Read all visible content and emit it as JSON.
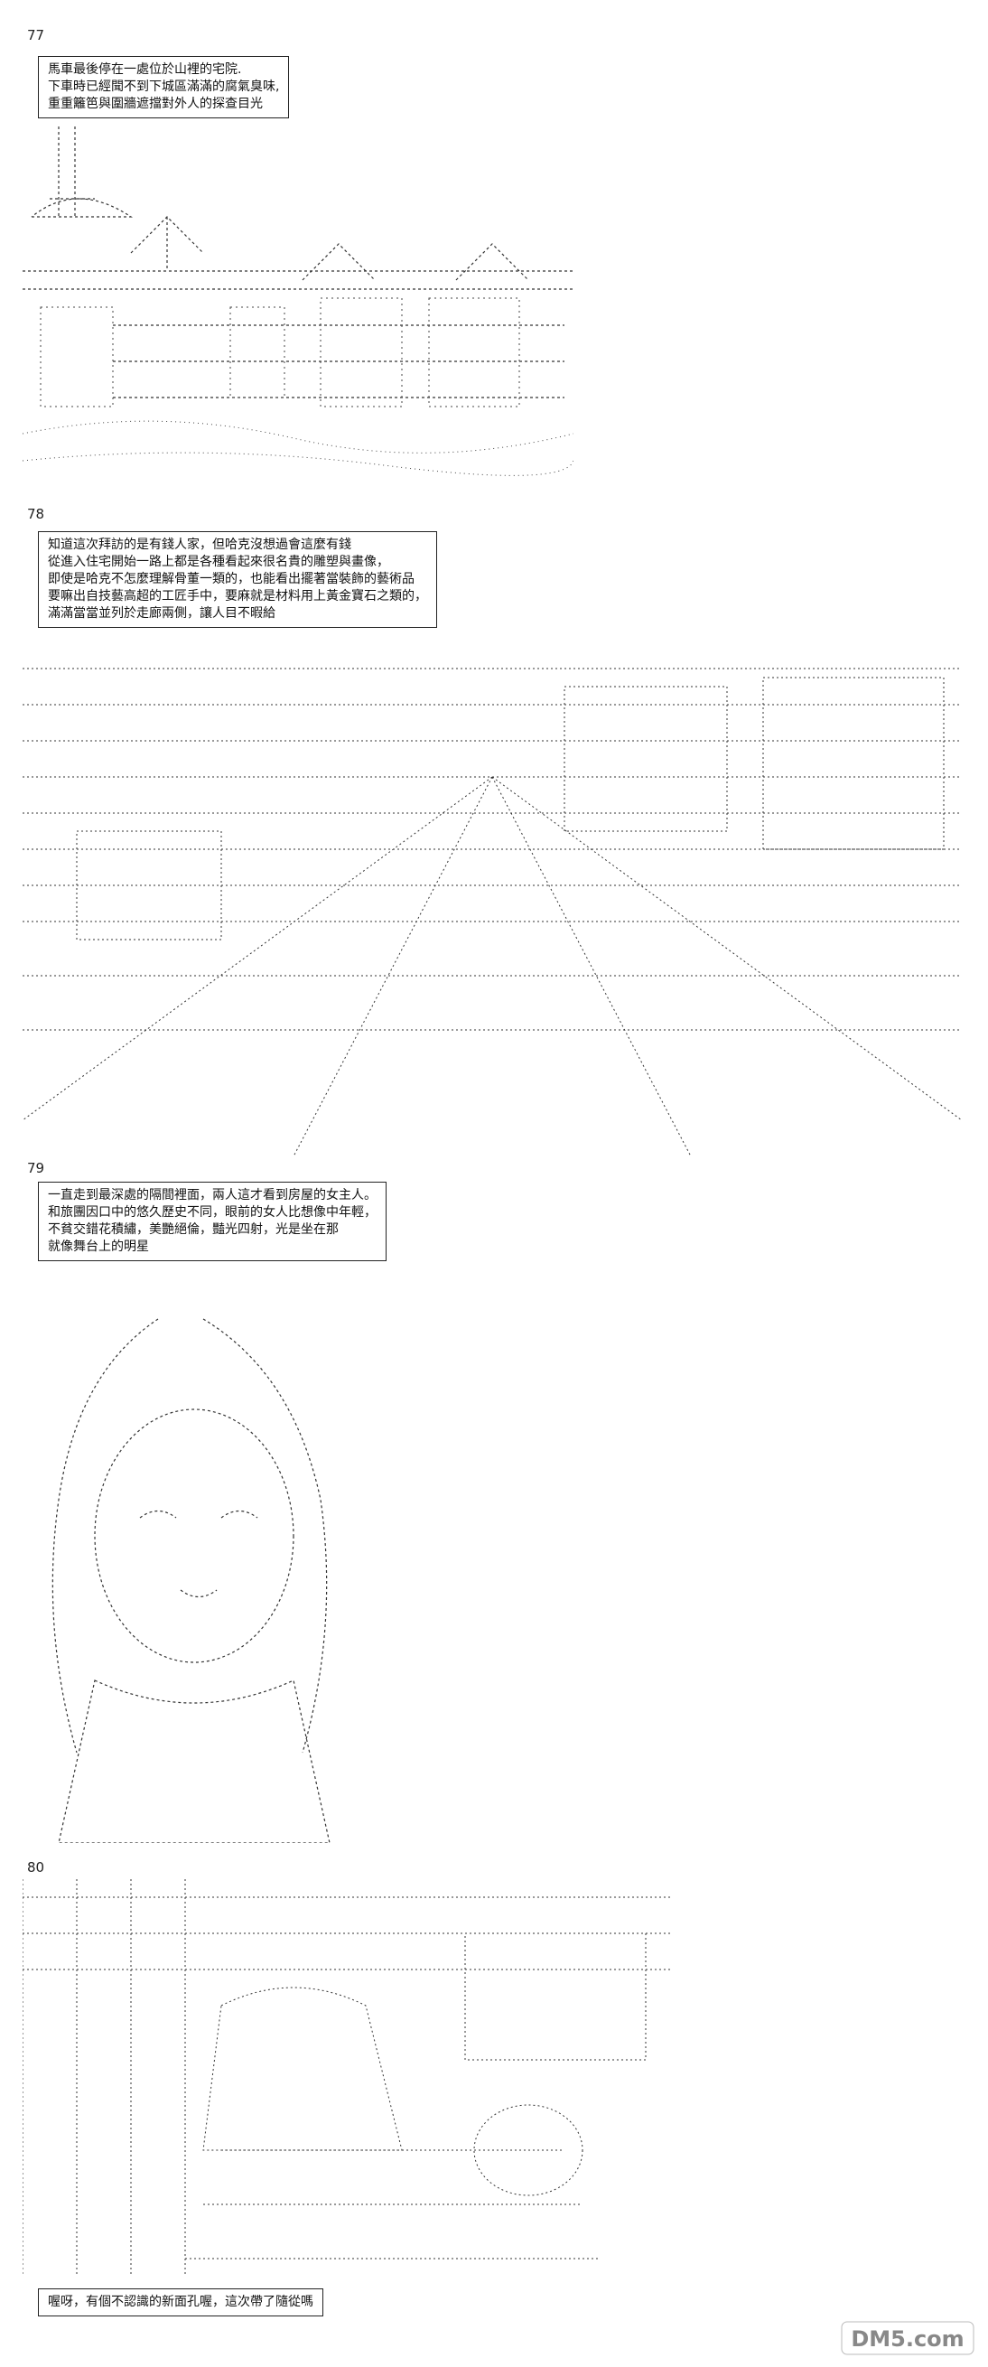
{
  "panels": [
    {
      "number": "77",
      "caption": [
        "馬車最後停在一處位於山裡的宅院.",
        "下車時已經聞不到下城區滿滿的腐氣臭味,",
        "重重籬笆與圍牆遮擋對外人的探查目光"
      ]
    },
    {
      "number": "78",
      "caption": [
        "知道這次拜訪的是有錢人家，但哈克沒想過會這麼有錢",
        "從進入住宅開始一路上都是各種看起來很名貴的雕塑與畫像，",
        "即使是哈克不怎麼理解骨董一類的，也能看出擺著當裝飾的藝術品",
        "要嘛出自技藝高超的工匠手中，要麻就是材料用上黃金寶石之類的，",
        "滿滿當當並列於走廊兩側，讓人目不暇給"
      ]
    },
    {
      "number": "79",
      "caption": [
        "一直走到最深處的隔間裡面，兩人這才看到房屋的女主人。",
        "和旅團因口中的悠久歷史不同，眼前的女人比想像中年輕，",
        "不貧交錯花積繡，美艷絕倫，豔光四射，光是坐在那",
        "就像舞台上的明星"
      ]
    },
    {
      "number": "80",
      "caption": [
        "喔呀，有個不認識的新面孔喔，這次帶了隨從嗎"
      ]
    }
  ],
  "watermark": "DM5.com"
}
